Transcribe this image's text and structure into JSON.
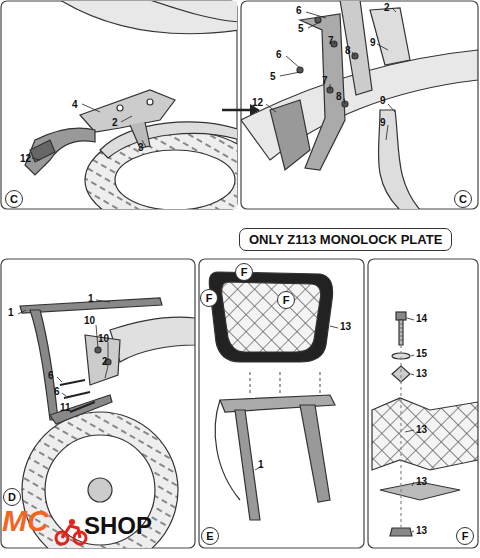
{
  "diagram": {
    "nodes": [
      {
        "text": [
          "C"
        ]
      },
      {
        "text": [
          "C"
        ]
      },
      {
        "text": [
          "ONLY Z113 MONOLOCK PLATE"
        ]
      },
      {
        "text": [
          "D"
        ]
      },
      {
        "text": [
          "E"
        ]
      },
      {
        "text": [
          "F"
        ]
      },
      {
        "text": [
          "F"
        ]
      },
      {
        "text": [
          "F"
        ]
      },
      {
        "text": [
          "F"
        ]
      }
    ],
    "edges": [],
    "labels": [
      "4",
      "2",
      "3",
      "12",
      "6",
      "5",
      "7",
      "8",
      "2",
      "9",
      "6",
      "5",
      "7",
      "8",
      "9",
      "12",
      "9",
      "1",
      "1",
      "10",
      "10",
      "2",
      "6",
      "6",
      "11",
      "13",
      "1",
      "14",
      "15",
      "13",
      "13",
      "13",
      "13",
      "MC",
      "SHOP"
    ]
  }
}
